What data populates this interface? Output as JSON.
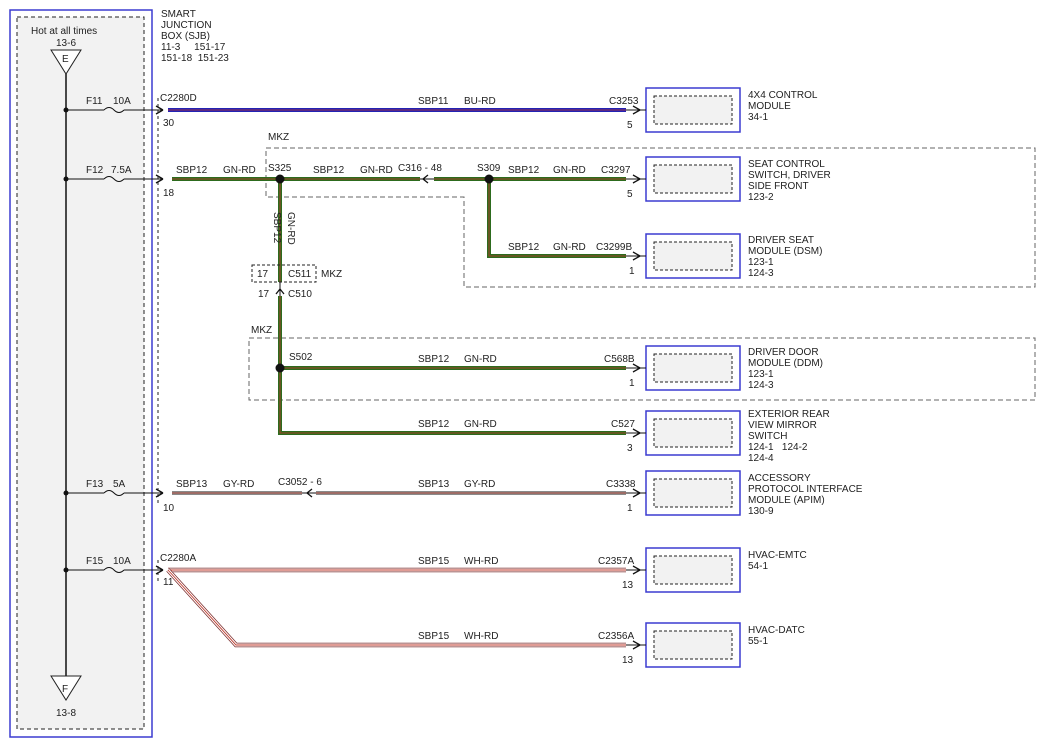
{
  "sjb": {
    "title_lines": [
      "SMART",
      "JUNCTION",
      "BOX (SJB)"
    ],
    "refs_lines": [
      "11-3     151-17",
      "151-18  151-23"
    ],
    "hot_label": "Hot at all times",
    "top_ref": "13-6",
    "top_letter": "E",
    "bottom_letter": "F",
    "bottom_ref": "13-8"
  },
  "fuses": [
    {
      "id": "F11",
      "rating": "10A"
    },
    {
      "id": "F12",
      "rating": "7.5A"
    },
    {
      "id": "F13",
      "rating": "5A"
    },
    {
      "id": "F15",
      "rating": "10A"
    }
  ],
  "connectors": {
    "c2280d": {
      "name": "C2280D",
      "pin": "30"
    },
    "c2280d_f12_pin": "18",
    "c2280d_f13_pin": "10",
    "c2280a": {
      "name": "C2280A",
      "pin": "11"
    },
    "c316": "C316 - 48",
    "c3052": "C3052 - 6",
    "c511": {
      "name": "C511",
      "pin": "17"
    },
    "c510": {
      "name": "C510",
      "pin": "17"
    }
  },
  "splices": {
    "s325": "S325",
    "s309": "S309",
    "s502": "S502"
  },
  "zones": {
    "mkz": "MKZ"
  },
  "wires": {
    "sbp11": {
      "circuit": "SBP11",
      "color": "BU-RD"
    },
    "sbp12": {
      "circuit": "SBP12",
      "color": "GN-RD"
    },
    "sbp13": {
      "circuit": "SBP13",
      "color": "GY-RD"
    },
    "sbp15": {
      "circuit": "SBP15",
      "color": "WH-RD"
    }
  },
  "modules": [
    {
      "key": "m4x4",
      "connector": "C3253",
      "pin": "5",
      "lines": [
        "4X4 CONTROL",
        "MODULE",
        "34-1"
      ]
    },
    {
      "key": "seat",
      "connector": "C3297",
      "pin": "5",
      "lines": [
        "SEAT CONTROL",
        "SWITCH, DRIVER",
        "SIDE FRONT",
        "123-2"
      ]
    },
    {
      "key": "dsm",
      "connector": "C3299B",
      "pin": "1",
      "lines": [
        "DRIVER SEAT",
        "MODULE (DSM)",
        "123-1",
        "124-3"
      ]
    },
    {
      "key": "ddm",
      "connector": "C568B",
      "pin": "1",
      "lines": [
        "DRIVER DOOR",
        "MODULE (DDM)",
        "123-1",
        "124-3"
      ]
    },
    {
      "key": "mirror",
      "connector": "C527",
      "pin": "3",
      "lines": [
        "EXTERIOR REAR",
        "VIEW MIRROR",
        "SWITCH",
        "124-1   124-2",
        "124-4"
      ]
    },
    {
      "key": "apim",
      "connector": "C3338",
      "pin": "1",
      "lines": [
        "ACCESSORY",
        "PROTOCOL INTERFACE",
        "MODULE (APIM)",
        "130-9"
      ]
    },
    {
      "key": "emtc",
      "connector": "C2357A",
      "pin": "13",
      "lines": [
        "HVAC-EMTC",
        "54-1"
      ]
    },
    {
      "key": "datc",
      "connector": "C2356A",
      "pin": "13",
      "lines": [
        "HVAC-DATC",
        "55-1"
      ]
    }
  ],
  "colors": {
    "border_blue": "#3b3bd0",
    "wire_blue": "#2323b5",
    "wire_green": "#2d6b1e",
    "wire_red": "#c0392b",
    "wire_gray": "#8a8a8a",
    "box_fill": "#f2f2f2"
  }
}
